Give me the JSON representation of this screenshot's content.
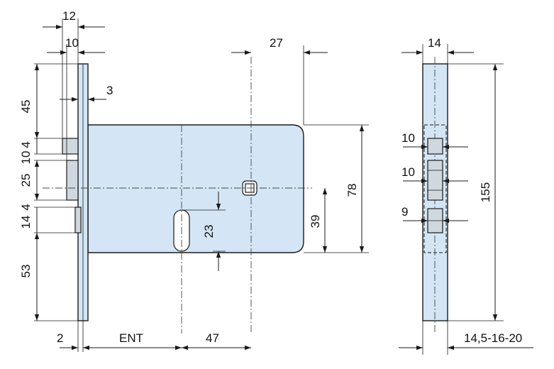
{
  "dimensions": {
    "top_width_12": "12",
    "top_width_10": "10",
    "faceplate_3": "3",
    "backset_27": "27",
    "left_45": "45",
    "left_4": "4",
    "left_10": "10",
    "left_25": "25",
    "left_14": "14",
    "left_4b": "4",
    "left_53": "53",
    "key_23": "23",
    "spindle_39": "39",
    "case_78": "78",
    "bottom_2": "2",
    "bottom_ent": "ENT",
    "bottom_47": "47",
    "side_14": "14",
    "side_10a": "10",
    "side_10b": "10",
    "side_9": "9",
    "side_155": "155",
    "side_range": "14,5-16-20"
  }
}
